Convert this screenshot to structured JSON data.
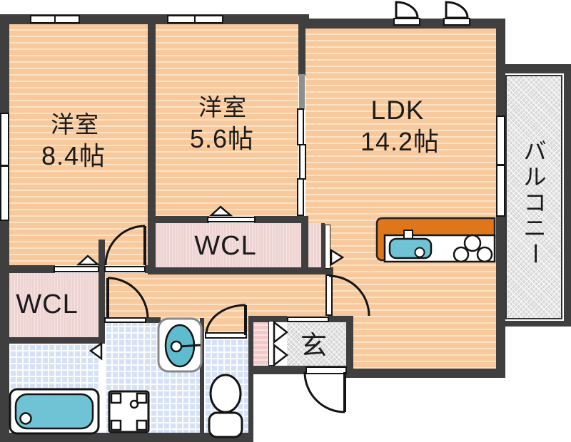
{
  "plan_type": "apartment-floor-plan",
  "rooms": {
    "room_west1": {
      "name": "洋室",
      "size": "8.4帖"
    },
    "room_west2": {
      "name": "洋室",
      "size": "5.6帖"
    },
    "ldk": {
      "name": "LDK",
      "size": "14.2帖"
    },
    "wcl_center": {
      "name": "WCL"
    },
    "wcl_left": {
      "name": "WCL"
    },
    "genkan": {
      "name": "玄"
    },
    "balcony": {
      "name": "バルコニー",
      "chars": [
        "バ",
        "ル",
        "コ",
        "ニ",
        "ー"
      ]
    }
  },
  "fixtures": [
    "bathtub",
    "washing-machine",
    "washbasin",
    "toilet",
    "kitchen-counter",
    "kitchen-sink",
    "gas-stove",
    "entrance-door",
    "folding-doors",
    "sliding-doors"
  ],
  "colors": {
    "floor_orange": "#F8C99C",
    "floor_stripe": "#FDE3C5",
    "wall_dark": "#3F3F3F",
    "closet_pink": "#EED4D2",
    "wet_area_blue": "#D6E1F6",
    "fixture_teal": "#6FC3D4",
    "counter_orange": "#E0761B",
    "balcony_gray": "#E2E2E2",
    "entry_gray": "#DEDEDE"
  }
}
